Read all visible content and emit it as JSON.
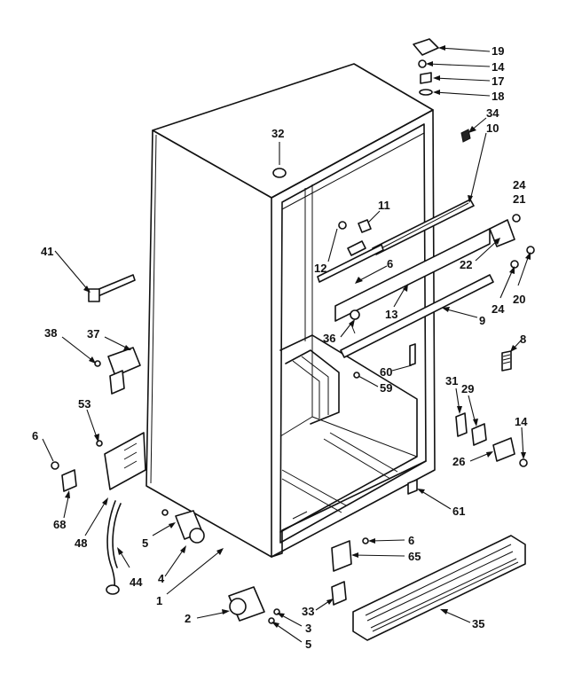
{
  "callouts": [
    {
      "id": "c19",
      "text": "19"
    },
    {
      "id": "c14a",
      "text": "14"
    },
    {
      "id": "c17",
      "text": "17"
    },
    {
      "id": "c18",
      "text": "18"
    },
    {
      "id": "c34",
      "text": "34"
    },
    {
      "id": "c10",
      "text": "10"
    },
    {
      "id": "c32",
      "text": "32"
    },
    {
      "id": "c11",
      "text": "11"
    },
    {
      "id": "c24a",
      "text": "24"
    },
    {
      "id": "c21",
      "text": "21"
    },
    {
      "id": "c41",
      "text": "41"
    },
    {
      "id": "c12",
      "text": "12"
    },
    {
      "id": "c6a",
      "text": "6"
    },
    {
      "id": "c22",
      "text": "22"
    },
    {
      "id": "c13",
      "text": "13"
    },
    {
      "id": "c20",
      "text": "20"
    },
    {
      "id": "c24b",
      "text": "24"
    },
    {
      "id": "c9",
      "text": "9"
    },
    {
      "id": "c38",
      "text": "38"
    },
    {
      "id": "c37",
      "text": "37"
    },
    {
      "id": "c36",
      "text": "36"
    },
    {
      "id": "c8",
      "text": "8"
    },
    {
      "id": "c60",
      "text": "60"
    },
    {
      "id": "c59",
      "text": "59"
    },
    {
      "id": "c31",
      "text": "31"
    },
    {
      "id": "c29",
      "text": "29"
    },
    {
      "id": "c53",
      "text": "53"
    },
    {
      "id": "c14b",
      "text": "14"
    },
    {
      "id": "c6b",
      "text": "6"
    },
    {
      "id": "c26",
      "text": "26"
    },
    {
      "id": "c61",
      "text": "61"
    },
    {
      "id": "c68",
      "text": "68"
    },
    {
      "id": "c48",
      "text": "48"
    },
    {
      "id": "c5a",
      "text": "5"
    },
    {
      "id": "c6c",
      "text": "6"
    },
    {
      "id": "c65",
      "text": "65"
    },
    {
      "id": "c4",
      "text": "4"
    },
    {
      "id": "c44",
      "text": "44"
    },
    {
      "id": "c1",
      "text": "1"
    },
    {
      "id": "c2",
      "text": "2"
    },
    {
      "id": "c33",
      "text": "33"
    },
    {
      "id": "c3",
      "text": "3"
    },
    {
      "id": "c35",
      "text": "35"
    },
    {
      "id": "c5b",
      "text": "5"
    }
  ]
}
